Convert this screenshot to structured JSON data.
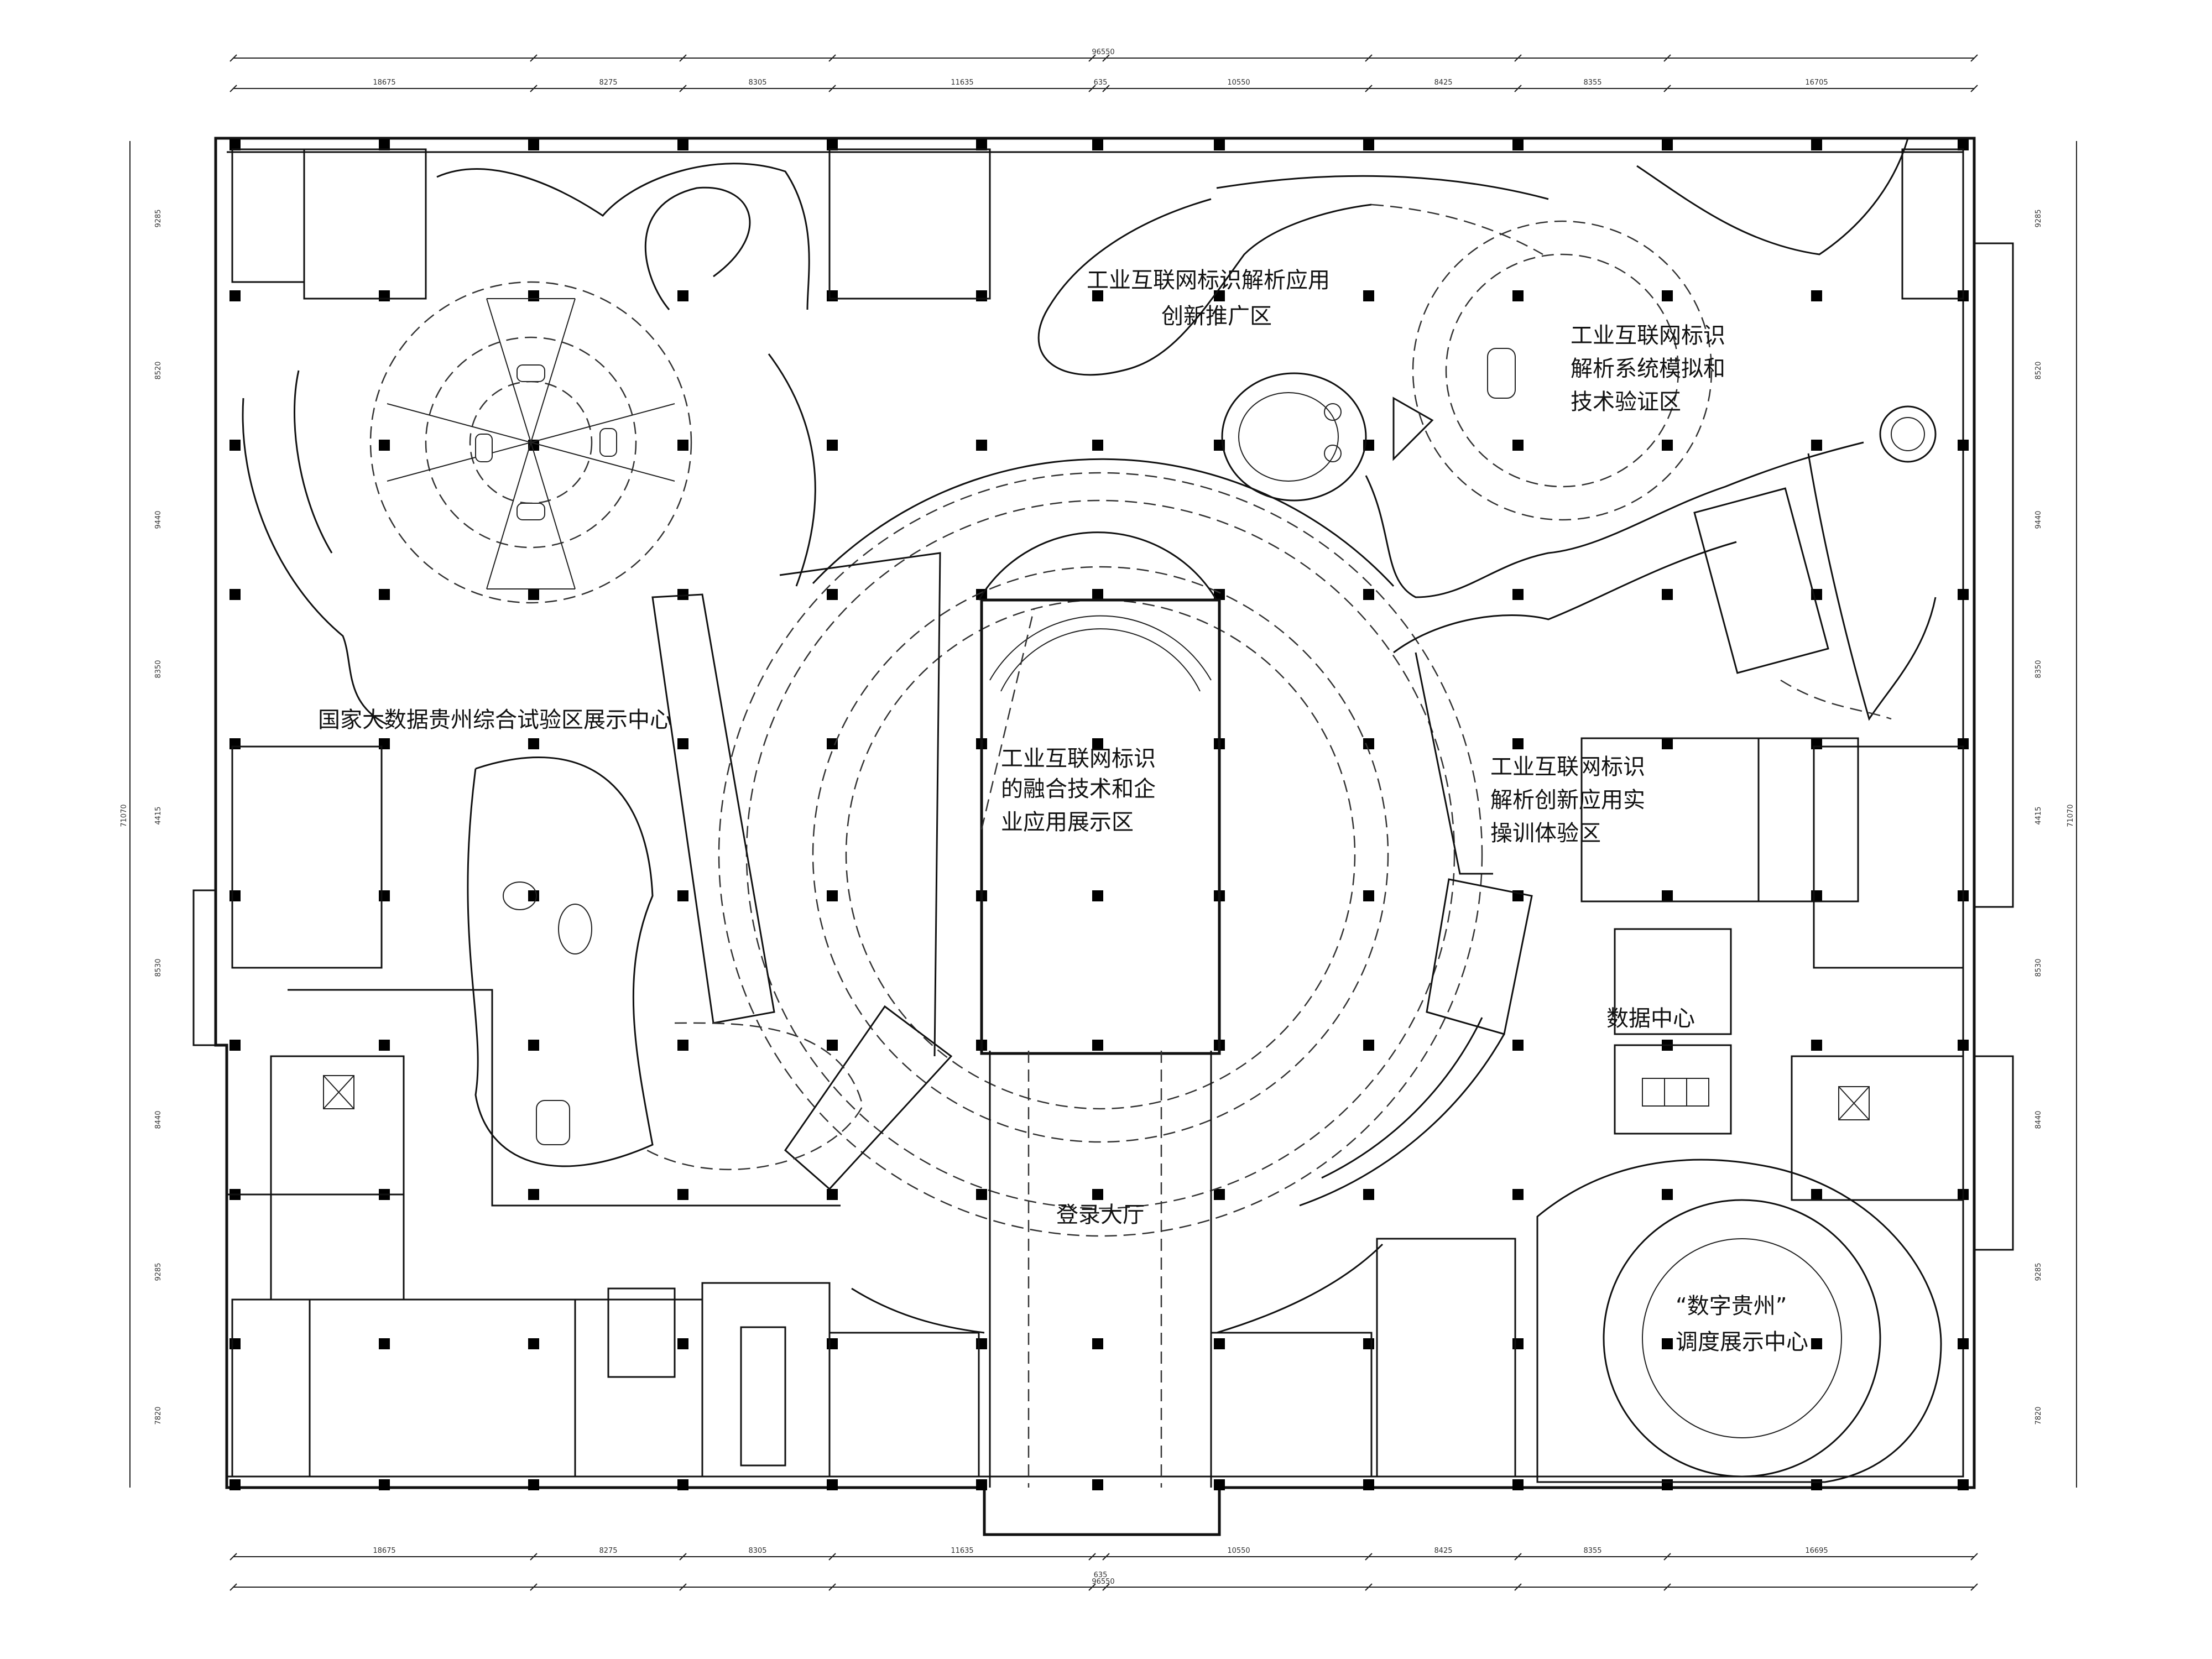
{
  "dimensions": {
    "overall_top": "96550",
    "top": [
      "18675",
      "8275",
      "8305",
      "11635",
      "635",
      "10550",
      "8425",
      "8355",
      "16705"
    ],
    "overall_bottom": "96550",
    "bottom": [
      "18675",
      "8275",
      "8305",
      "11635",
      "635",
      "10550",
      "8425",
      "8355",
      "16695"
    ],
    "left_overall": "71070",
    "left": [
      "9285",
      "8520",
      "9440",
      "8350",
      "4415",
      "8530",
      "8440",
      "9285",
      "7820"
    ],
    "right_overall": "71070",
    "right": [
      "9285",
      "8520",
      "9440",
      "8350",
      "4415",
      "8530",
      "8440",
      "9285",
      "7820"
    ]
  },
  "zones": {
    "promo_line1": "工业互联网标识解析应用",
    "promo_line2": "创新推广区",
    "sim_line1": "工业互联网标识",
    "sim_line2": "解析系统模拟和",
    "sim_line3": "技术验证区",
    "fusion_line1": "工业互联网标识",
    "fusion_line2": "的融合技术和企",
    "fusion_line3": "业应用展示区",
    "bigdata": "国家大数据贵州综合试验区展示中心",
    "train_line1": "工业互联网标识",
    "train_line2": "解析创新应用实",
    "train_line3": "操训体验区",
    "datacenter": "数据中心",
    "lobby": "登录大厅",
    "dispatch_line1": "“数字贵州”",
    "dispatch_line2": "调度展示中心"
  }
}
